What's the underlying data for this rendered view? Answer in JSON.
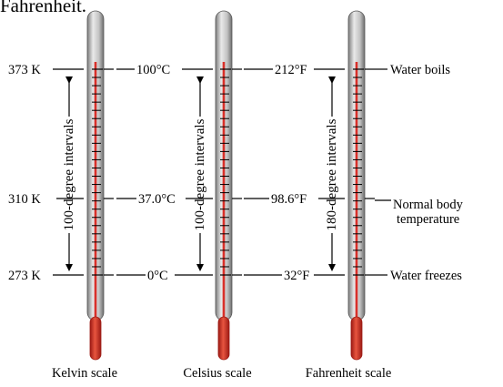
{
  "caption": "Fahrenheit.",
  "colors": {
    "mercury": "#d9302a",
    "mercury_dark": "#9c1a14",
    "tube": "#cfcfcf",
    "tube_shade": "#8a8a8a",
    "tick": "#000000"
  },
  "thermometers": [
    {
      "scale_name": "Kelvin scale",
      "labels": {
        "top": "373 K",
        "middle": "310 K",
        "bottom": "273 K"
      },
      "interval_label": "100-degree intervals"
    },
    {
      "scale_name": "Celsius scale",
      "labels": {
        "top": "100°C",
        "middle": "37.0°C",
        "bottom": "0°C"
      },
      "interval_label": "100-degree intervals"
    },
    {
      "scale_name": "Fahrenheit scale",
      "labels": {
        "top": "212°F",
        "middle": "98.6°F",
        "bottom": "32°F"
      },
      "interval_label": "180-degree intervals"
    }
  ],
  "annotations": {
    "boils": "Water boils",
    "body_line1": "Normal body",
    "body_line2": "temperature",
    "freezes": "Water freezes"
  }
}
